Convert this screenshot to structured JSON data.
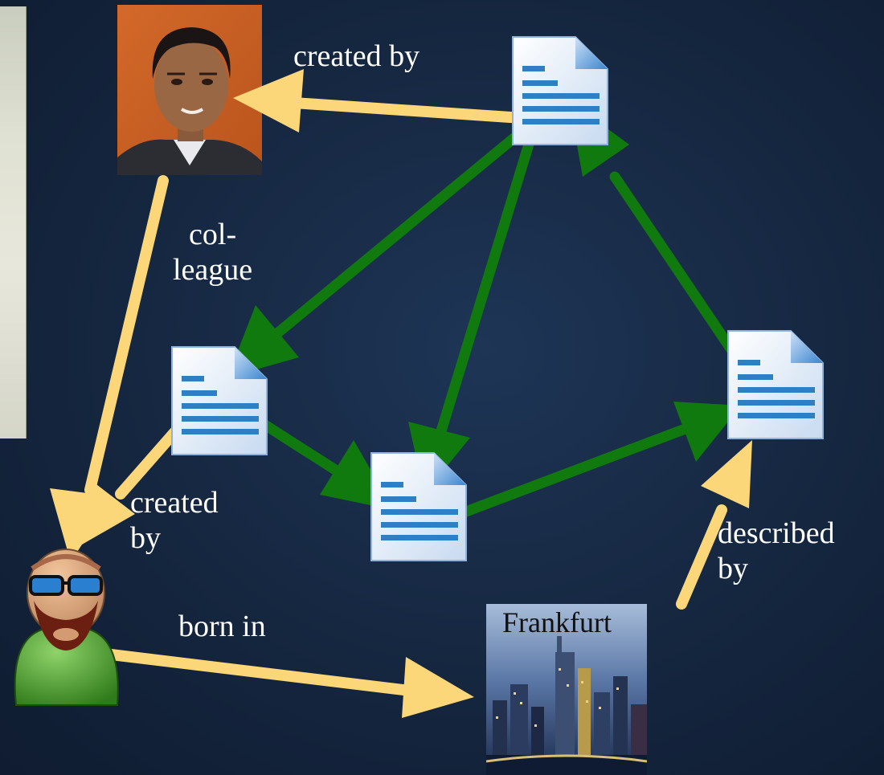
{
  "labels": {
    "created_by_top": "created by",
    "colleague": "col-\nleague",
    "created_by_left": "created\nby",
    "born_in": "born in",
    "described_by": "described\nby",
    "city": "Frankfurt"
  },
  "colors": {
    "background": "#15263f",
    "yellow_arrow": "#fcd77a",
    "green_arrow": "#117a0e",
    "doc_line": "#2f7fc4"
  },
  "icons": {
    "person_photo": "person-photo",
    "document": "document-icon",
    "avatar": "bearded-user-icon",
    "city_photo": "city-skyline-photo"
  }
}
